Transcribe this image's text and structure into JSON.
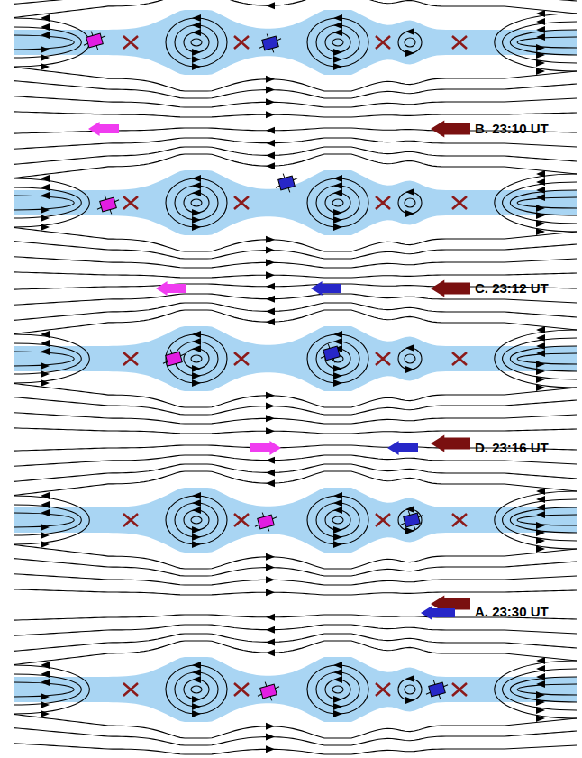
{
  "diagram": {
    "labels": [
      "B. 23:10 UT",
      "C. 23:12 UT",
      "D. 23:16 UT",
      "A. 23:30 UT"
    ]
  }
}
